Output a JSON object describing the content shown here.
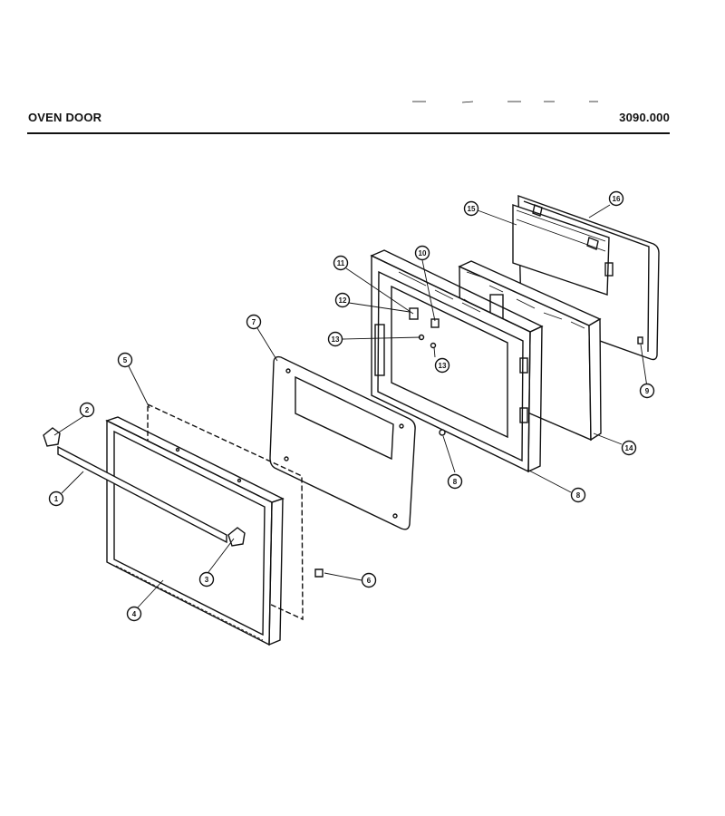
{
  "header": {
    "title": "OVEN DOOR",
    "part_number": "3090.000"
  },
  "callouts": [
    "1",
    "2",
    "3",
    "4",
    "5",
    "6",
    "7",
    "8",
    "9",
    "10",
    "11",
    "12",
    "13",
    "14",
    "15",
    "16"
  ],
  "colors": {
    "ink": "#111111",
    "background": "#ffffff"
  }
}
